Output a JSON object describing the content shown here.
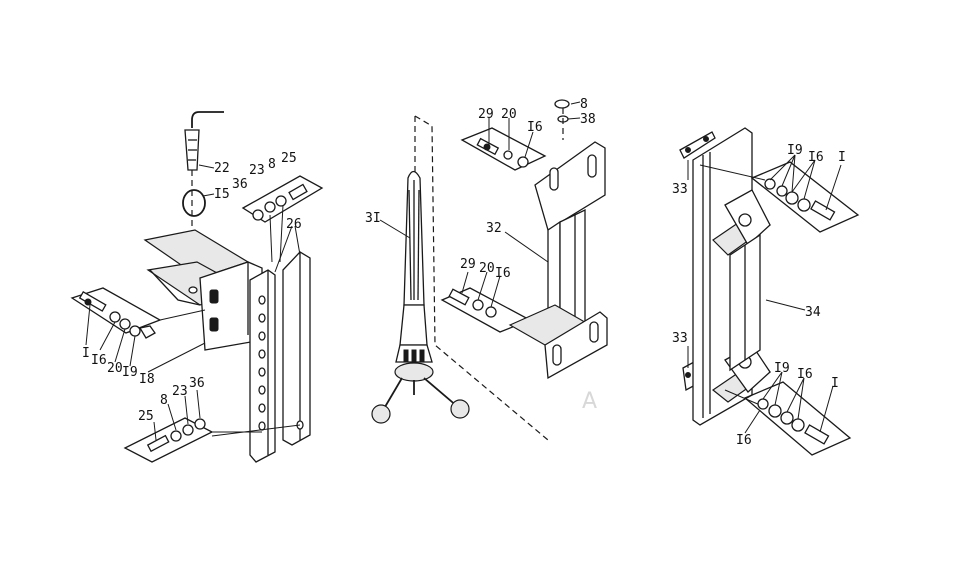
{
  "diagram": {
    "labels": {
      "p22": "22",
      "p15": "I5",
      "p36a": "36",
      "p23a": "23",
      "p8a": "8",
      "p25a": "25",
      "p26": "26",
      "p1a": "I",
      "p16a": "I6",
      "p20a": "20",
      "p19a": "I9",
      "p18": "I8",
      "p25b": "25",
      "p8b": "8",
      "p23b": "23",
      "p36b": "36",
      "p31": "3I",
      "p29a": "29",
      "p20b": "20",
      "p16b": "I6",
      "p8c": "8",
      "p38": "38",
      "p32": "32",
      "p29b": "29",
      "p20c": "20",
      "p16c": "I6",
      "p33a": "33",
      "p19b": "I9",
      "p16d": "I6",
      "p1b": "I",
      "p34": "34",
      "p33b": "33",
      "p19c": "I9",
      "p16e": "I6",
      "p1c": "I",
      "p16f": "I6"
    },
    "watermark": "A"
  }
}
